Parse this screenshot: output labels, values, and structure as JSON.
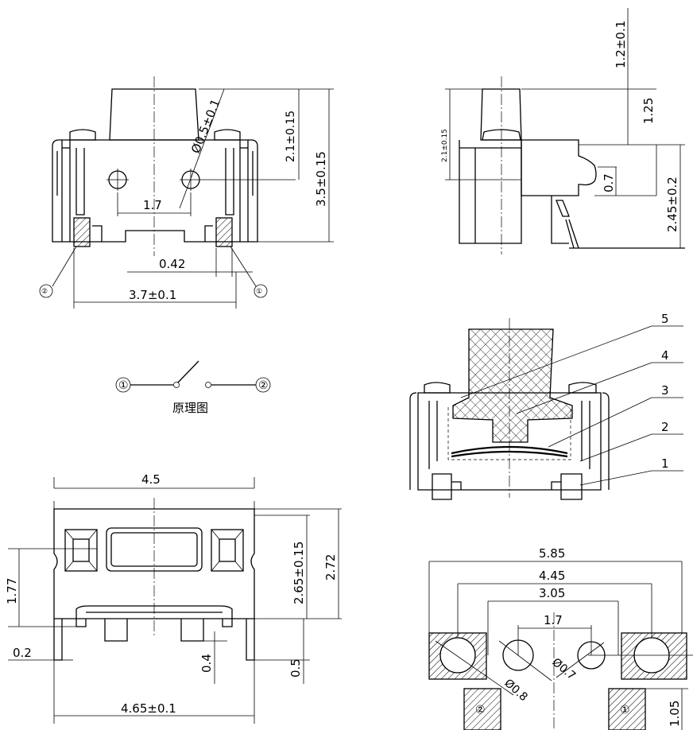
{
  "front_view": {
    "dim_dia": "Ø0.5±0.1",
    "dim_h1": "2.1±0.15",
    "dim_h2": "3.5±0.15",
    "dim_pitch": "1.7",
    "dim_pad": "0.42",
    "dim_width": "3.7±0.1",
    "pin_left": "②",
    "pin_right": "①"
  },
  "side_view": {
    "dim_top": "1.2±0.1",
    "dim_act": "1.25",
    "dim_left": "2.1±0.15",
    "dim_gap": "0.7",
    "dim_body": "2.45±0.2"
  },
  "schematic": {
    "pin1": "①",
    "pin2": "②",
    "caption": "原理图"
  },
  "section_view": {
    "callouts": [
      "5",
      "4",
      "3",
      "2",
      "1"
    ]
  },
  "top_view": {
    "dim_width": "4.5",
    "dim_left_h": "1.77",
    "dim_h1": "2.65±0.15",
    "dim_h2": "2.72",
    "dim_lead": "0.2",
    "dim_foot": "0.4",
    "dim_tail": "0.5",
    "dim_total": "4.65±0.1"
  },
  "pcb_layout": {
    "dim_outer": "5.85",
    "dim_mid": "4.45",
    "dim_inner": "3.05",
    "dim_pitch": "1.7",
    "dim_hole_large": "Ø0.8",
    "dim_hole_small": "Ø0.7",
    "dim_pad_h": "1.05",
    "pin_left": "②",
    "pin_right": "①"
  }
}
